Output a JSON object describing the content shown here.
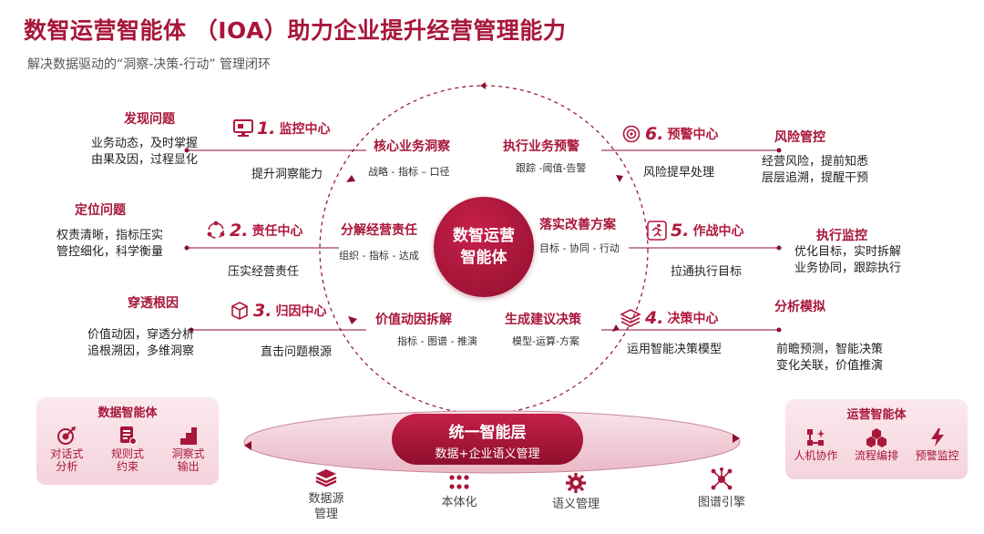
{
  "title": "数智运营智能体 （IOA）助力企业提升经营管理能力",
  "subtitle": "解决数据驱动的“洞察-决策-行动” 管理闭环",
  "core": {
    "line1": "数智运营",
    "line2": "智能体"
  },
  "left_groups": [
    {
      "head": "发现问题",
      "line1": "业务动态，及时掌握",
      "line2": "由果及因，过程显化"
    },
    {
      "head": "定位问题",
      "line1": "权责清晰，指标压实",
      "line2": "管控细化，科学衡量"
    },
    {
      "head": "穿透根因",
      "line1": "价值动因，穿透分析",
      "line2": "追根溯因，多维洞察"
    }
  ],
  "right_groups": [
    {
      "head": "风险管控",
      "line1": "经营风险，提前知悉",
      "line2": "层层追溯，提醒干预"
    },
    {
      "head": "执行监控",
      "line1": "优化目标，实时拆解",
      "line2": "业务协同，跟踪执行"
    },
    {
      "head": "分析模拟",
      "line1": "前瞻预测，智能决策",
      "line2": "变化关联，价值推演"
    }
  ],
  "centers": [
    {
      "num": "1.",
      "name": "监控中心",
      "note": "提升洞察能力"
    },
    {
      "num": "2.",
      "name": "责任中心",
      "note": "压实经营责任"
    },
    {
      "num": "3.",
      "name": "归因中心",
      "note": "直击问题根源"
    },
    {
      "num": "4.",
      "name": "决策中心",
      "note": "运用智能决策模型"
    },
    {
      "num": "5.",
      "name": "作战中心",
      "note": "拉通执行目标"
    },
    {
      "num": "6.",
      "name": "预警中心",
      "note": "风险提早处理"
    }
  ],
  "inner": [
    {
      "head": "核心业务洞察",
      "sub": "战略 - 指标 – 口径"
    },
    {
      "head": "分解经营责任",
      "sub": "组织 - 指标 - 达成"
    },
    {
      "head": "价值动因拆解",
      "sub": "指标 - 图谱 - 推演"
    },
    {
      "head": "执行业务预警",
      "sub": "跟踪 -阈值-告警"
    },
    {
      "head": "落实改善方案",
      "sub": "目标 - 协同 - 行动"
    },
    {
      "head": "生成建议决策",
      "sub": "模型-运算-方案"
    }
  ],
  "left_panel": {
    "title": "数据智能体",
    "tools": [
      {
        "l1": "对话式",
        "l2": "分析"
      },
      {
        "l1": "规则式",
        "l2": "约束"
      },
      {
        "l1": "洞察式",
        "l2": "输出"
      }
    ]
  },
  "right_panel": {
    "title": "运营智能体",
    "tools": [
      {
        "l1": "人机协作"
      },
      {
        "l1": "流程编排"
      },
      {
        "l1": "预警监控"
      }
    ]
  },
  "layer": {
    "title": "统一智能层",
    "sub": "数据+企业语义管理"
  },
  "bottom": [
    {
      "l1": "数据源",
      "l2": "管理"
    },
    {
      "l1": "本体化",
      "l2": ""
    },
    {
      "l1": "语义管理",
      "l2": ""
    },
    {
      "l1": "图谱引擎",
      "l2": ""
    }
  ],
  "colors": {
    "accent": "#a8163a",
    "accent_dark": "#8e0f2d",
    "panel_bg": "#f6dde4"
  },
  "icons": {
    "center1": "monitor-icon",
    "center2": "cycle-icon",
    "center3": "cube-icon",
    "center4": "layers-icon",
    "center5": "runner-icon",
    "center6": "target-icon"
  }
}
